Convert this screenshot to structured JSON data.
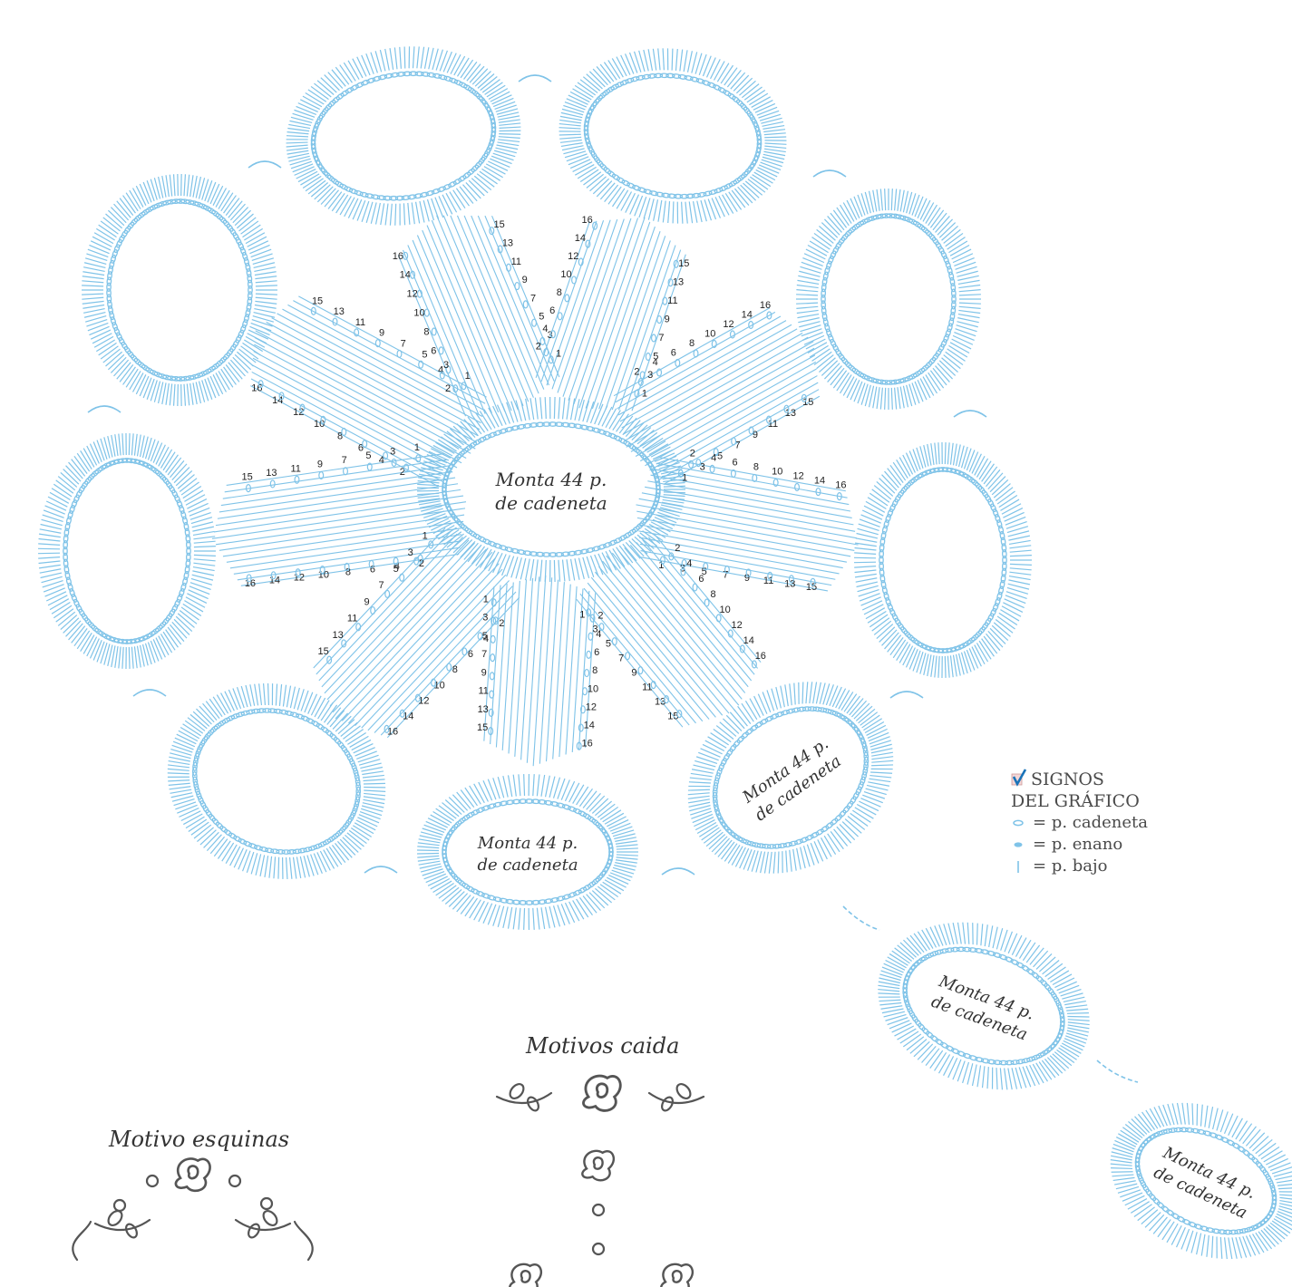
{
  "diagram": {
    "oval_label": [
      "Monta 44 p.",
      "de cadeneta"
    ],
    "row_numbers": [
      "1",
      "2",
      "3",
      "4",
      "5",
      "6",
      "7",
      "8",
      "9",
      "10",
      "11",
      "12",
      "13",
      "14",
      "15",
      "16"
    ]
  },
  "legend": {
    "title_line1": "SIGNOS",
    "title_line2": "DEL GRÁFICO",
    "items": [
      {
        "symbol": "chain-icon",
        "text": "= p. cadeneta"
      },
      {
        "symbol": "slip-stitch-icon",
        "text": "= p. enano"
      },
      {
        "symbol": "single-crochet-icon",
        "text": "= p. bajo"
      }
    ]
  },
  "captions": {
    "falling": "Motivos caida",
    "corners": "Motivo esquinas"
  },
  "colors": {
    "stitch": "#7fc3e8",
    "text": "#333333",
    "motif": "#555555"
  }
}
